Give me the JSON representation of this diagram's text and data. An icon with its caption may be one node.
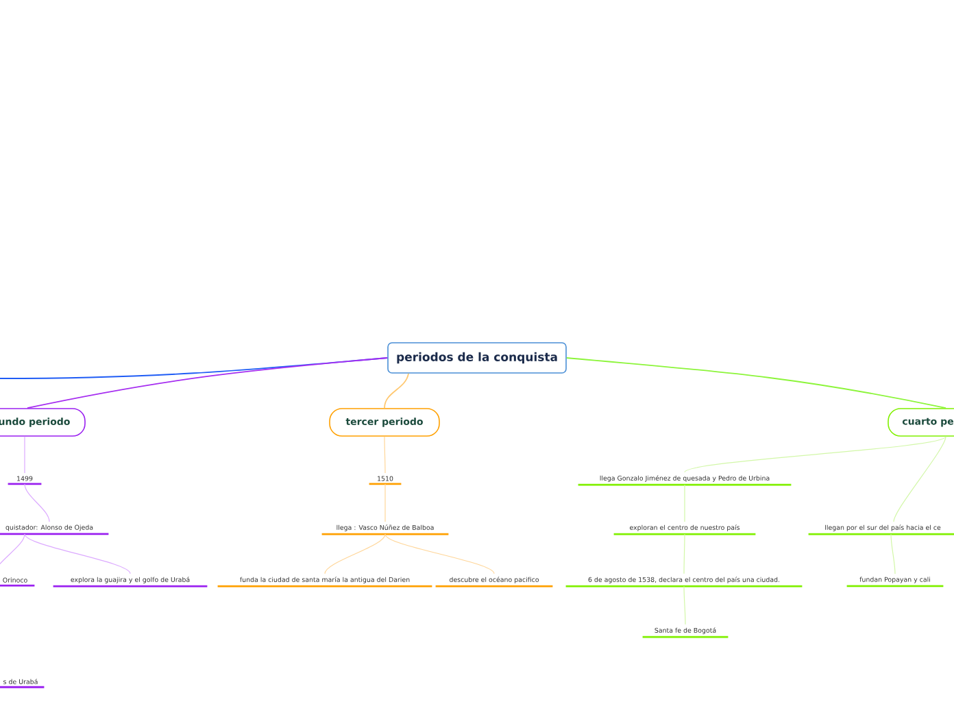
{
  "diagram": {
    "nodes": [
      {
        "text": [
          "periodos de la conquista"
        ]
      },
      {
        "text": [
          "undo periodo"
        ]
      },
      {
        "text": [
          "1499"
        ]
      },
      {
        "text": [
          "quistador: Alonso de Ojeda"
        ]
      },
      {
        "text": [
          "Orinoco"
        ]
      },
      {
        "text": [
          "explora la guajira y el golfo de Urabá"
        ]
      },
      {
        "text": [
          "s de Urabá"
        ]
      },
      {
        "text": [
          "tercer periodo"
        ]
      },
      {
        "text": [
          "1510"
        ]
      },
      {
        "text": [
          "llega : Vasco Núñez de Balboa"
        ]
      },
      {
        "text": [
          "funda la ciudad de santa maría la antigua del Darien"
        ]
      },
      {
        "text": [
          "descubre el océano pacifico"
        ]
      },
      {
        "text": [
          "cuarto pe"
        ]
      },
      {
        "text": [
          "llega Gonzalo Jiménez de quesada y Pedro de Urbina"
        ]
      },
      {
        "text": [
          "exploran el centro de nuestro país"
        ]
      },
      {
        "text": [
          "6 de agosto de 1538, declara el centro del país una ciudad."
        ]
      },
      {
        "text": [
          "Santa fe de Bogotá"
        ]
      },
      {
        "text": [
          "llegan por el sur del país hacia el ce"
        ]
      },
      {
        "text": [
          "fundan Popayan y cali"
        ]
      }
    ],
    "edges": [
      {
        "from": 0,
        "to": null,
        "arrow": "none",
        "color": "#1f5cf5"
      },
      {
        "from": 0,
        "to": 1,
        "arrow": "none",
        "color": "#a52cf0"
      },
      {
        "from": 0,
        "to": 7,
        "arrow": "none",
        "color": "#ffc870"
      },
      {
        "from": 0,
        "to": 12,
        "arrow": "none",
        "color": "#8cf53a"
      },
      {
        "from": 1,
        "to": 2,
        "arrow": "none",
        "color": "#dcaaff"
      },
      {
        "from": 2,
        "to": 3,
        "arrow": "none",
        "color": "#dcaaff"
      },
      {
        "from": 3,
        "to": 4,
        "arrow": "none",
        "color": "#dcaaff"
      },
      {
        "from": 3,
        "to": 5,
        "arrow": "none",
        "color": "#dcaaff"
      },
      {
        "from": 7,
        "to": 8,
        "arrow": "none",
        "color": "#ffd699"
      },
      {
        "from": 8,
        "to": 9,
        "arrow": "none",
        "color": "#ffd699"
      },
      {
        "from": 9,
        "to": 10,
        "arrow": "none",
        "color": "#ffd699"
      },
      {
        "from": 9,
        "to": 11,
        "arrow": "none",
        "color": "#ffd699"
      },
      {
        "from": 12,
        "to": 13,
        "arrow": "none",
        "color": "#d2f7a8"
      },
      {
        "from": 13,
        "to": 14,
        "arrow": "none",
        "color": "#d2f7a8"
      },
      {
        "from": 14,
        "to": 15,
        "arrow": "none",
        "color": "#d2f7a8"
      },
      {
        "from": 15,
        "to": 16,
        "arrow": "none",
        "color": "#d2f7a8"
      },
      {
        "from": 12,
        "to": 17,
        "arrow": "none",
        "color": "#d2f7a8"
      },
      {
        "from": 17,
        "to": 18,
        "arrow": "none",
        "color": "#d2f7a8"
      }
    ]
  }
}
